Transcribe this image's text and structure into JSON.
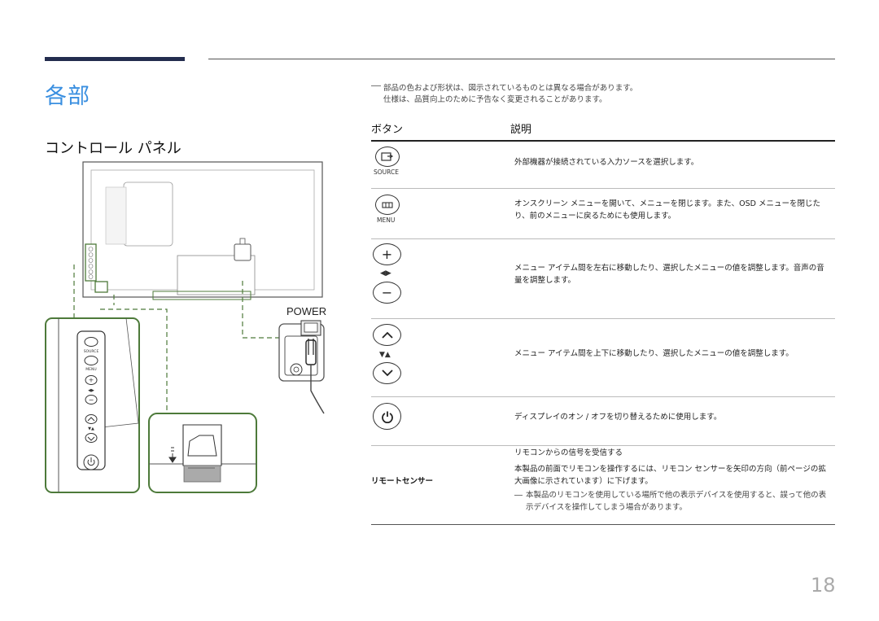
{
  "header": {
    "section_title": "各部",
    "subsection_title": "コントロール パネル"
  },
  "notes": [
    "部品の色および形状は、図示されているものとは異なる場合があります。",
    "仕様は、品質向上のために予告なく変更されることがあります。"
  ],
  "table": {
    "col_button": "ボタン",
    "col_description": "説明",
    "rows": [
      {
        "label": "SOURCE",
        "icon": "source-icon",
        "description": "外部機器が接続されている入力ソースを選択します。"
      },
      {
        "label": "MENU",
        "icon": "menu-icon",
        "description": "オンスクリーン メニューを開いて、メニューを閉じます。また、OSD メニューを閉じたり、前のメニューに戻るためにも使用します。"
      },
      {
        "label": "",
        "icon": "plus-minus-icon",
        "symbol": "◀▶",
        "description": "メニュー アイテム間を左右に移動したり、選択したメニューの値を調整します。音声の音量を調整します。"
      },
      {
        "label": "",
        "icon": "up-down-icon",
        "symbol": "▼▲",
        "description": "メニュー アイテム間を上下に移動したり、選択したメニューの値を調整します。"
      },
      {
        "label": "",
        "icon": "power-icon",
        "description": "ディスプレイのオン / オフを切り替えるために使用します。"
      },
      {
        "label": "リモートセンサー",
        "icon": "",
        "description_title": "リモコンからの信号を受信する",
        "description": "本製品の前面でリモコンを操作するには、リモコン センサーを矢印の方向（前ページの拡大画像に示されています）に下げます。",
        "note": "本製品のリモコンを使用している場所で他の表示デバイスを使用すると、誤って他の表示デバイスを操作してしまう場合があります。"
      }
    ]
  },
  "diagram": {
    "power_label": "POWER",
    "panel_labels": {
      "source": "SOURCE",
      "menu": "MENU",
      "lr": "◀▶",
      "ud": "▼▲"
    },
    "colors": {
      "accent": "#3a8fe0",
      "green": "#4d7a3a",
      "bar": "#232c4e"
    }
  },
  "page_number": "18"
}
